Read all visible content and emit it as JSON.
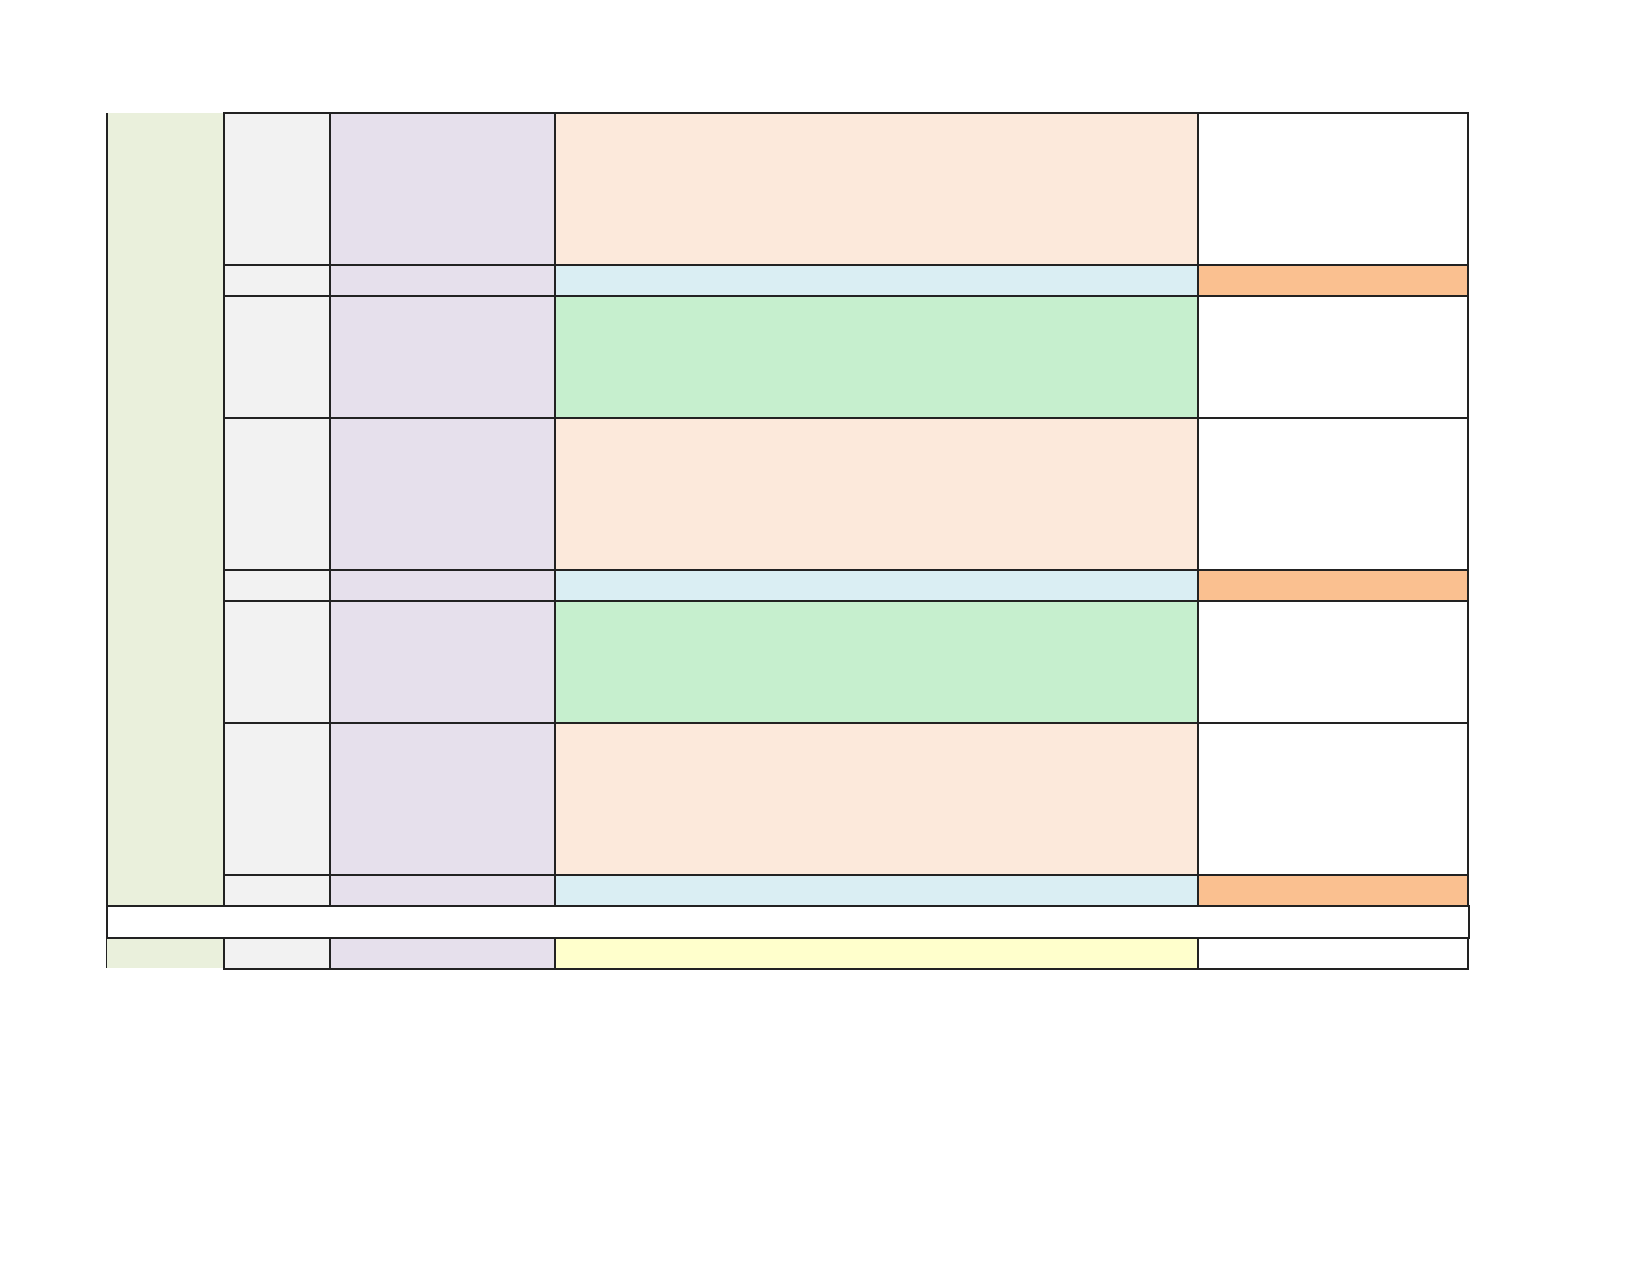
{
  "palette": {
    "green_band": "#eaf0dc",
    "gray_col": "#f2f2f2",
    "lavender_col": "#e6e0ec",
    "peach_cell": "#fce9db",
    "light_blue_cell": "#daeef3",
    "green_cell": "#c6efce",
    "orange_cell": "#fac090",
    "yellow_cell": "#ffffcc",
    "white_cell": "#ffffff",
    "border": "#222222"
  },
  "table": {
    "row_pattern": [
      "tall",
      "thin",
      "medium",
      "tall",
      "thin",
      "medium",
      "tall",
      "thin",
      "spacer",
      "footer"
    ],
    "column_fills": {
      "tall": [
        "gray_col",
        "lavender_col",
        "peach_cell",
        "white_cell"
      ],
      "thin": [
        "gray_col",
        "lavender_col",
        "light_blue_cell",
        "orange_cell"
      ],
      "medium": [
        "gray_col",
        "lavender_col",
        "green_cell",
        "white_cell"
      ],
      "footer": [
        "gray_col",
        "lavender_col",
        "yellow_cell",
        "white_cell"
      ]
    }
  }
}
